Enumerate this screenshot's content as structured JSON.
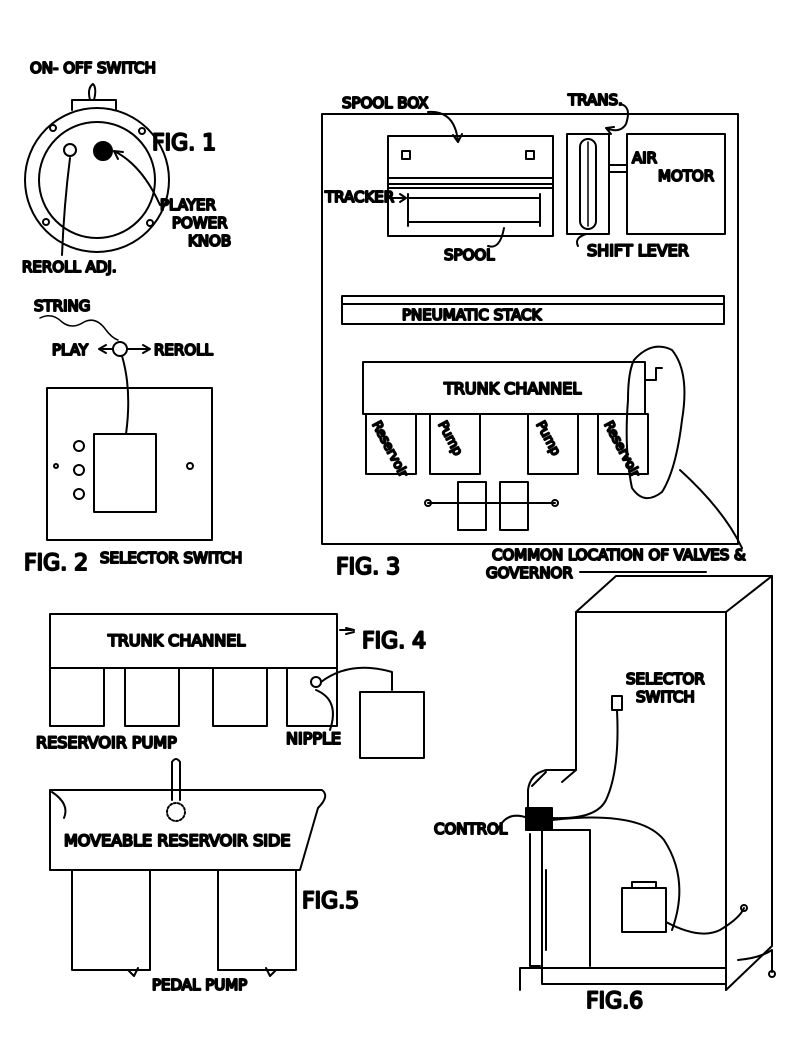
{
  "fig1": {
    "on_off_switch": "ON- OFF SWITCH",
    "fig_label": "FIG. 1",
    "player_power_knob": [
      "PLAYER",
      "POWER",
      "KNOB"
    ],
    "reroll_adj": "REROLL ADJ."
  },
  "fig2": {
    "string": "STRING",
    "play": "PLAY",
    "reroll": "REROLL",
    "fig_label": "FIG. 2",
    "caption": "SELECTOR SWITCH"
  },
  "fig3": {
    "spool_box": "SPOOL BOX",
    "trans": "TRANS.",
    "air_motor": [
      "AIR",
      "MOTOR"
    ],
    "tracker": "TRACKER",
    "spool": "SPOOL",
    "shift_lever": "SHIFT LEVER",
    "pneumatic_stack": "PNEUMATIC STACK",
    "trunk_channel": "TRUNK CHANNEL",
    "reservoir": "Reservoir",
    "pump": "Pump",
    "fig_label": "FIG. 3",
    "common_location": "COMMON LOCATION OF VALVES &",
    "governor": "GOVERNOR"
  },
  "fig4": {
    "trunk_channel": "TRUNK CHANNEL",
    "fig_label": "FIG. 4",
    "reservoir_pump": "RESERVOIR PUMP",
    "nipple": "NIPPLE"
  },
  "fig5": {
    "moveable_side": "MOVEABLE RESERVOIR SIDE",
    "fig_label": "FIG.5",
    "pedal_pump": "PEDAL PUMP"
  },
  "fig6": {
    "selector_switch": [
      "SELECTOR",
      "SWITCH"
    ],
    "control": "CONTROL",
    "fig_label": "FIG.6"
  }
}
